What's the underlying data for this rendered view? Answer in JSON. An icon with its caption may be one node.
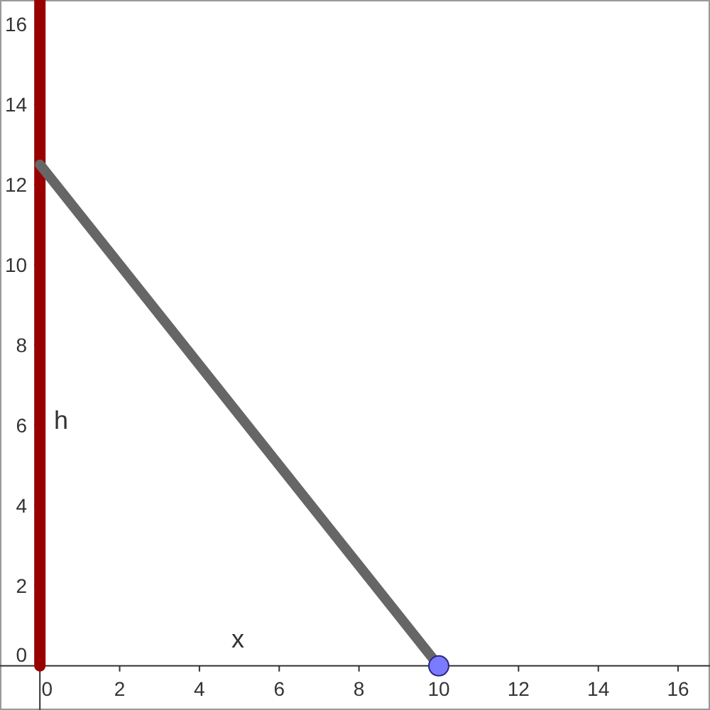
{
  "diagram": {
    "labels": [
      "h",
      "x"
    ],
    "chart_data": {
      "type": "line",
      "x": [
        0,
        10
      ],
      "series": [
        {
          "color": "#666666",
          "values": [
            12.5,
            0
          ]
        }
      ],
      "ref_lines": [
        {
          "axis": "x",
          "value": 0,
          "color": "#990000"
        }
      ],
      "xlim": [
        -1,
        16.8
      ],
      "ylim": [
        -1.1,
        16.6
      ],
      "xticks": [
        0,
        2,
        4,
        6,
        8,
        10,
        12,
        14,
        16
      ],
      "yticks": [
        0,
        2,
        4,
        6,
        8,
        10,
        12,
        14,
        16
      ]
    }
  }
}
